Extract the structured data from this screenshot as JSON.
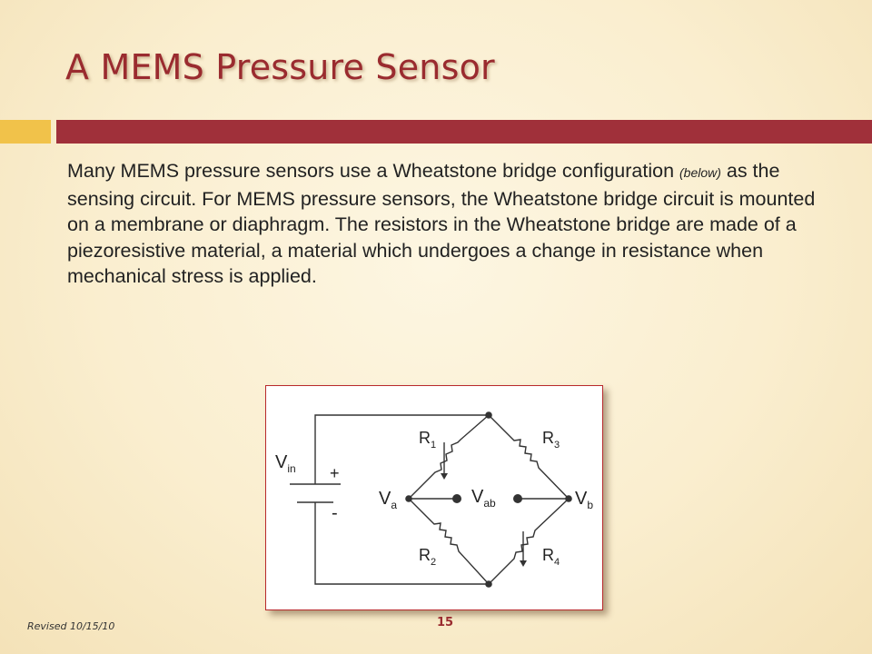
{
  "slide": {
    "title": "A MEMS Pressure Sensor",
    "body_part1": "Many MEMS pressure sensors use a Wheatstone bridge configuration ",
    "body_small": "(below)",
    "body_part2": " as the sensing circuit.  For MEMS pressure sensors, the Wheatstone bridge circuit is mounted on a membrane or diaphragm.  The resistors in the Wheatstone bridge are made of a piezoresistive material, a material which undergoes a change in resistance when mechanical stress is applied.",
    "footer_revised": "Revised 10/15/10",
    "page_number": "15"
  },
  "circuit": {
    "vin_main": "V",
    "vin_sub": "in",
    "plus": "+",
    "minus": "-",
    "va_main": "V",
    "va_sub": "a",
    "vb_main": "V",
    "vb_sub": "b",
    "vab_main": "V",
    "vab_sub": "ab",
    "r1_main": "R",
    "r1_sub": "1",
    "r2_main": "R",
    "r2_sub": "2",
    "r3_main": "R",
    "r3_sub": "3",
    "r4_main": "R",
    "r4_sub": "4"
  },
  "colors": {
    "title": "#9a2b2f",
    "accent_gold": "#f1c24a",
    "accent_red": "#a0303a",
    "background": "#fbf0d4"
  }
}
